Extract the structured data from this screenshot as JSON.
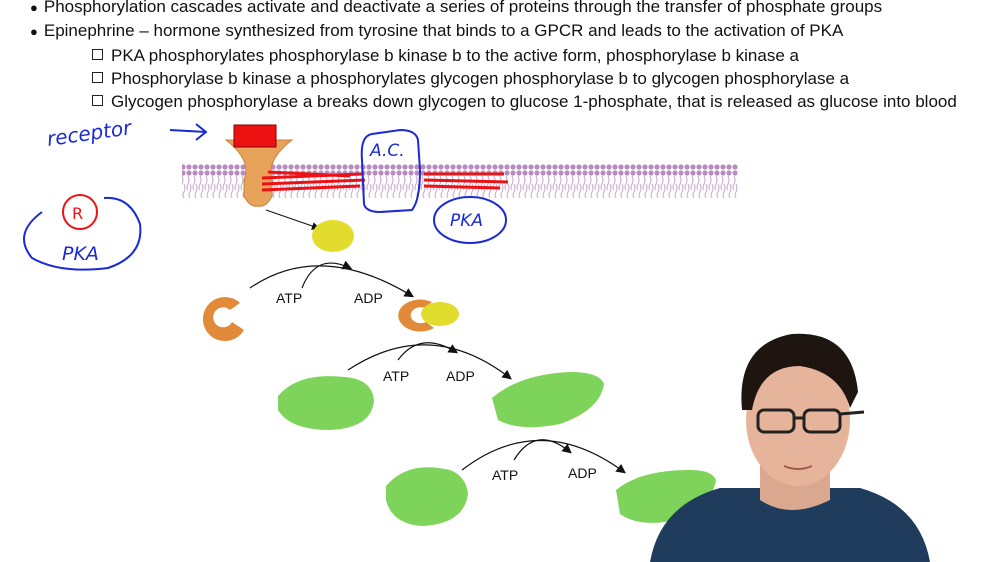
{
  "notes": {
    "line1": "Phosphorylation cascades activate and deactivate a series of proteins through the transfer of phosphate groups",
    "line2": "Epinephrine – hormone synthesized from tyrosine that binds to a GPCR and leads to the activation of PKA",
    "sub1": "PKA phosphorylates phosphorylase b kinase b to the active form, phosphorylase b kinase a",
    "sub2": "Phosphorylase b kinase a phosphorylates glycogen phosphorylase b to glycogen phosphorylase a",
    "sub3": "Glycogen phosphorylase a breaks down glycogen to glucose 1-phosphate, that is released as glucose into blood"
  },
  "diagram": {
    "step1": {
      "atp": "ATP",
      "adp": "ADP"
    },
    "step2": {
      "atp": "ATP",
      "adp": "ADP"
    },
    "step3": {
      "atp": "ATP",
      "adp": "ADP"
    }
  },
  "annotations": {
    "receptor": "receptor",
    "ac": "A.C.",
    "pka_right": "PKA",
    "r": "R",
    "pka_left": "PKA"
  },
  "colors": {
    "membrane": "#b88cc0",
    "receptor": "#e8a35a",
    "enzyme_orange": "#e08a3a",
    "ligand_yellow": "#e2dc2c",
    "protein_green": "#7ed45a",
    "ink_blue": "#1a2ad6",
    "ink_red": "#ee1111"
  }
}
